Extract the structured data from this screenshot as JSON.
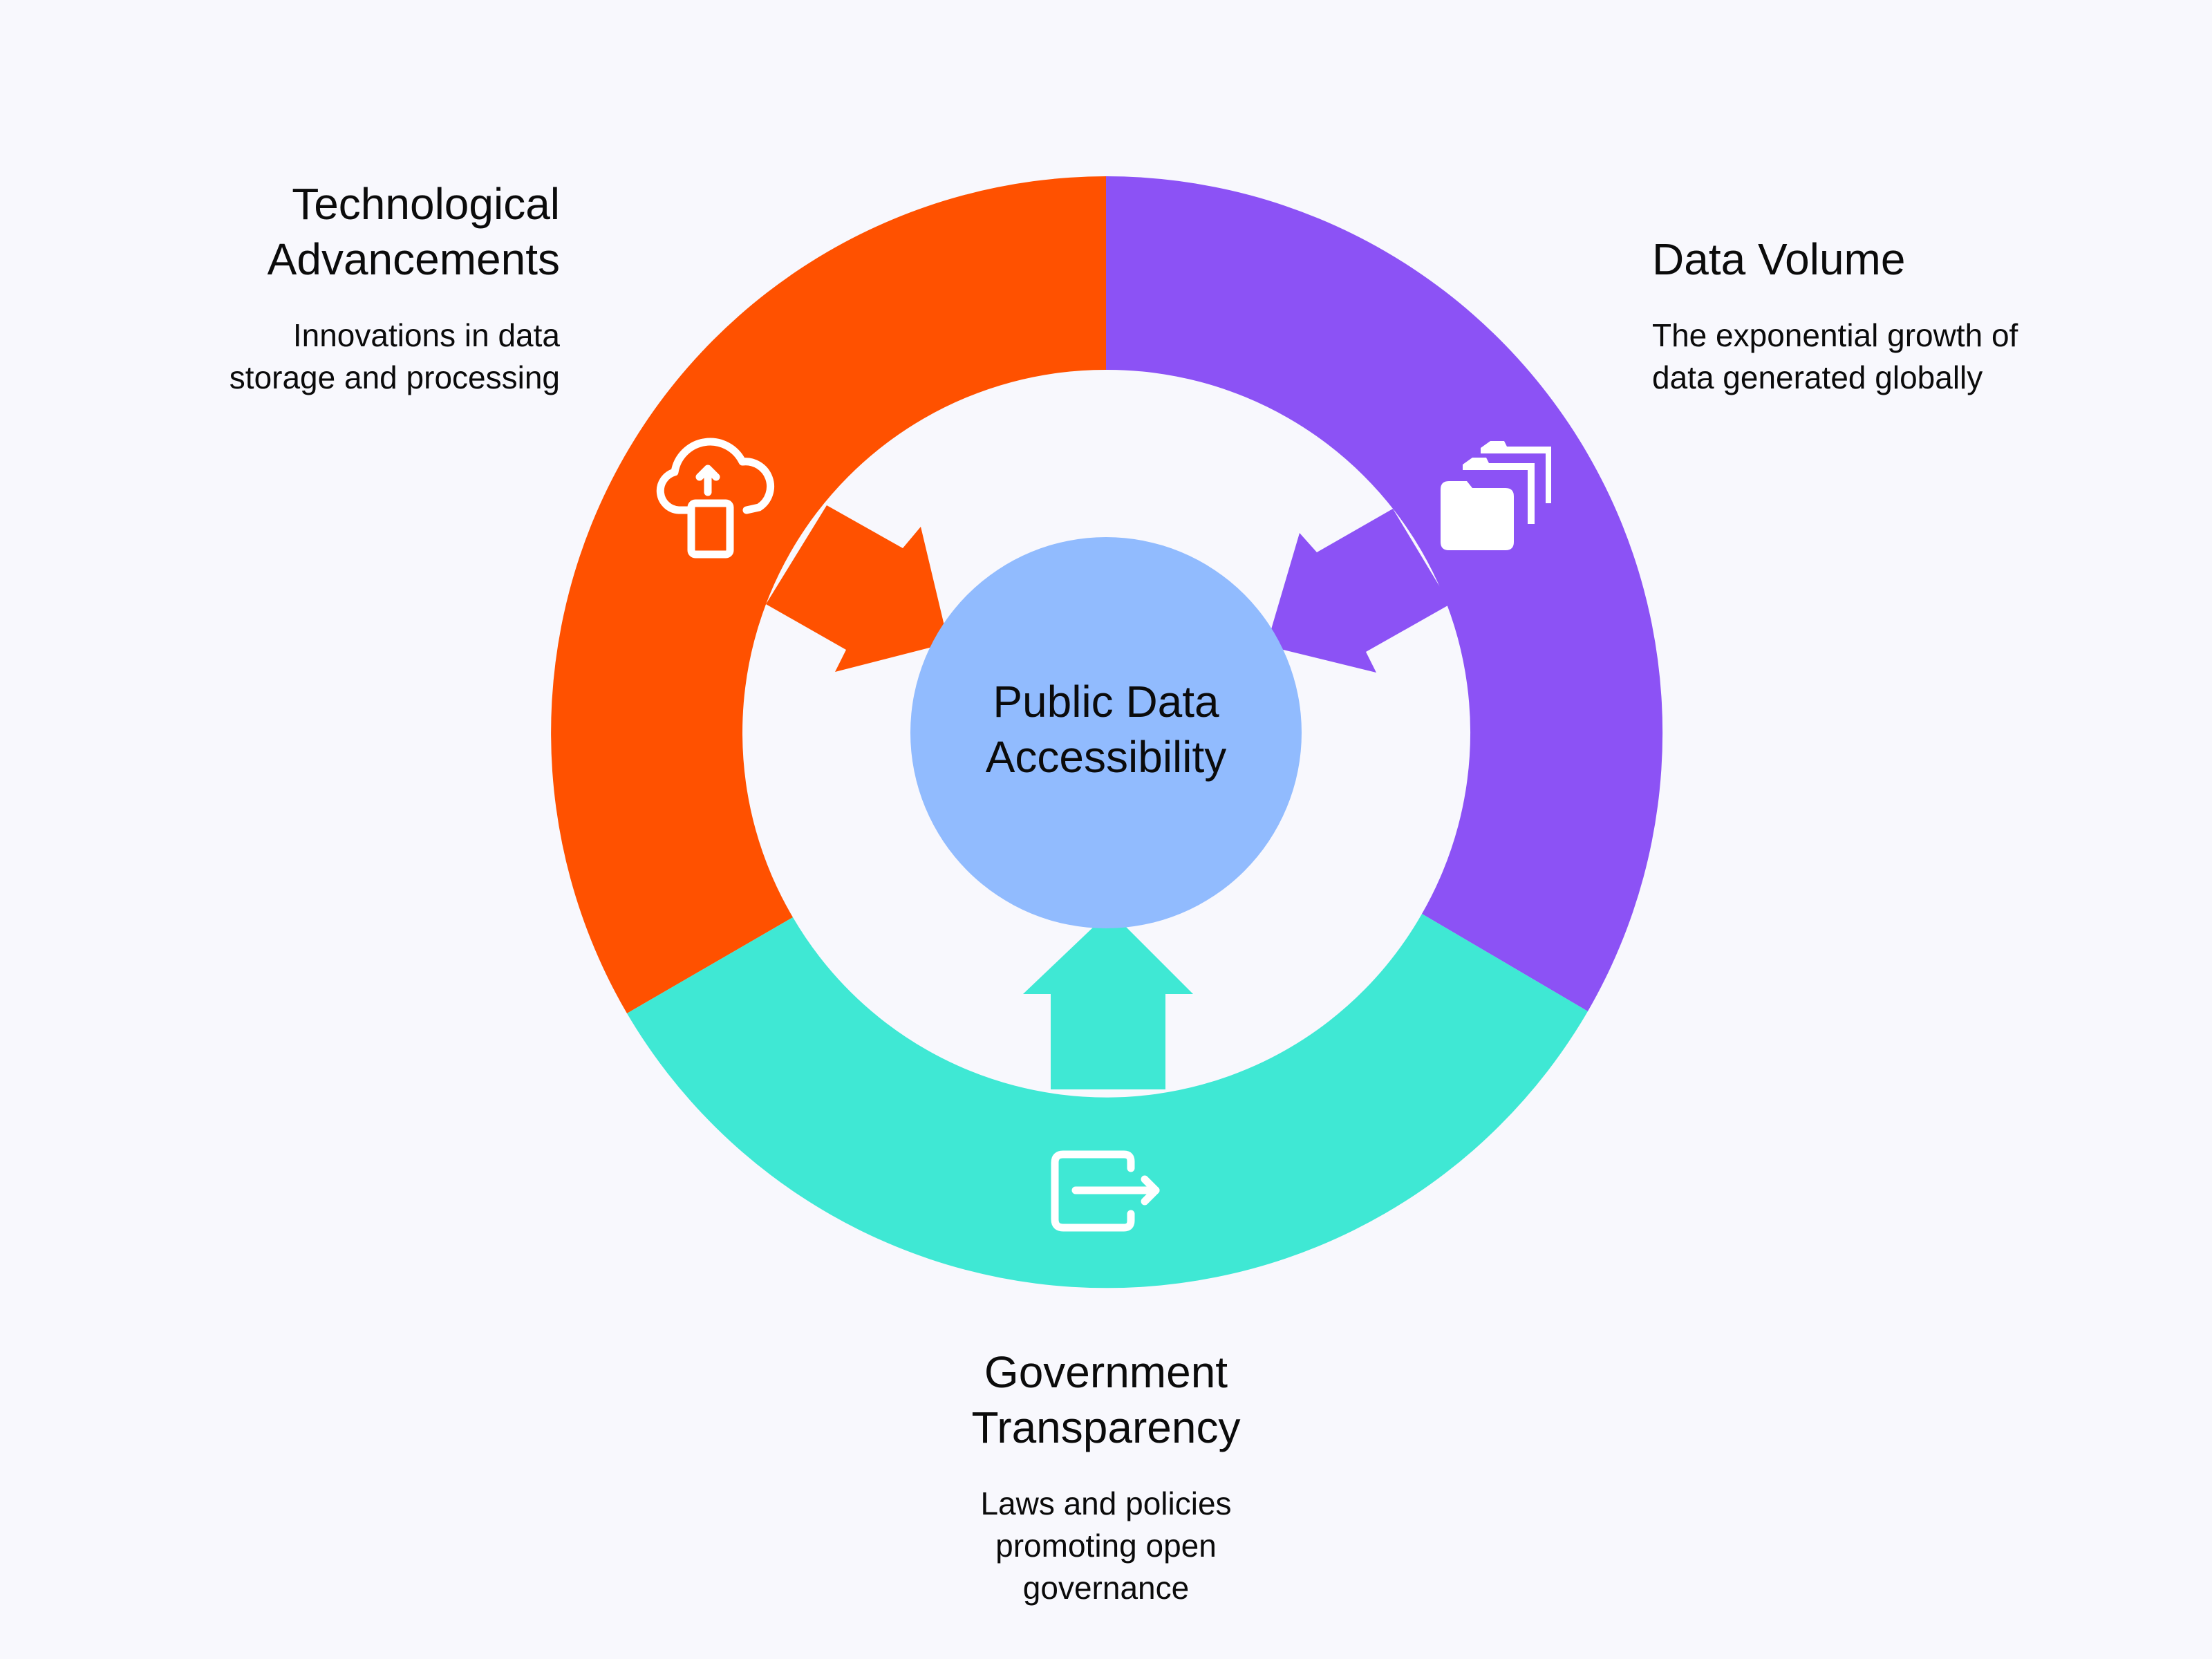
{
  "center": {
    "title": "Public Data Accessibility",
    "color": "#91bbfe"
  },
  "segments": [
    {
      "id": "technological-advancements",
      "title": "Technological Advancements",
      "description": "Innovations in data storage and processing",
      "color": "#ff5100",
      "icon": "cloud-upload-device-icon"
    },
    {
      "id": "data-volume",
      "title": "Data Volume",
      "description": "The exponential growth of data generated globally",
      "color": "#8c52f5",
      "icon": "stacked-folders-icon"
    },
    {
      "id": "government-transparency",
      "title": "Government Transparency",
      "description": "Laws and policies promoting open governance",
      "color": "#3fe8d4",
      "icon": "export-arrow-icon"
    }
  ]
}
